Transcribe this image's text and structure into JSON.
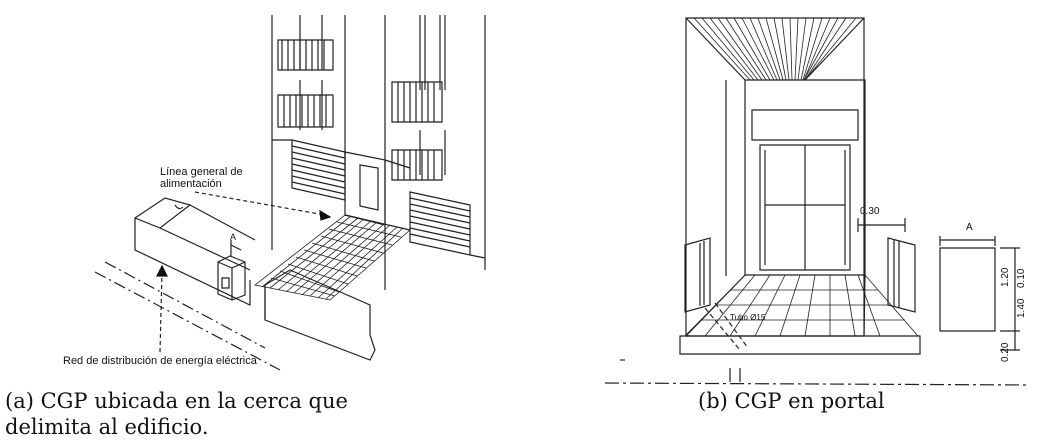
{
  "figure_a": {
    "caption": "(a) CGP ubicada en la cerca que delimita al edificio.",
    "label_line": "Línea general de alimentación",
    "label_line_1": "Línea general de",
    "label_line_2": "alimentación",
    "label_network": "Red de distribución de energía eléctrica",
    "label_a": "A"
  },
  "figure_b": {
    "caption": "(b) CGP en portal",
    "dim_030": "0.30",
    "dim_a": "A",
    "dim_120": "1.20",
    "dim_140": "1.40",
    "dim_010": "0.10",
    "dim_020": "0.20",
    "tube_label": "Tubo Ø15"
  }
}
